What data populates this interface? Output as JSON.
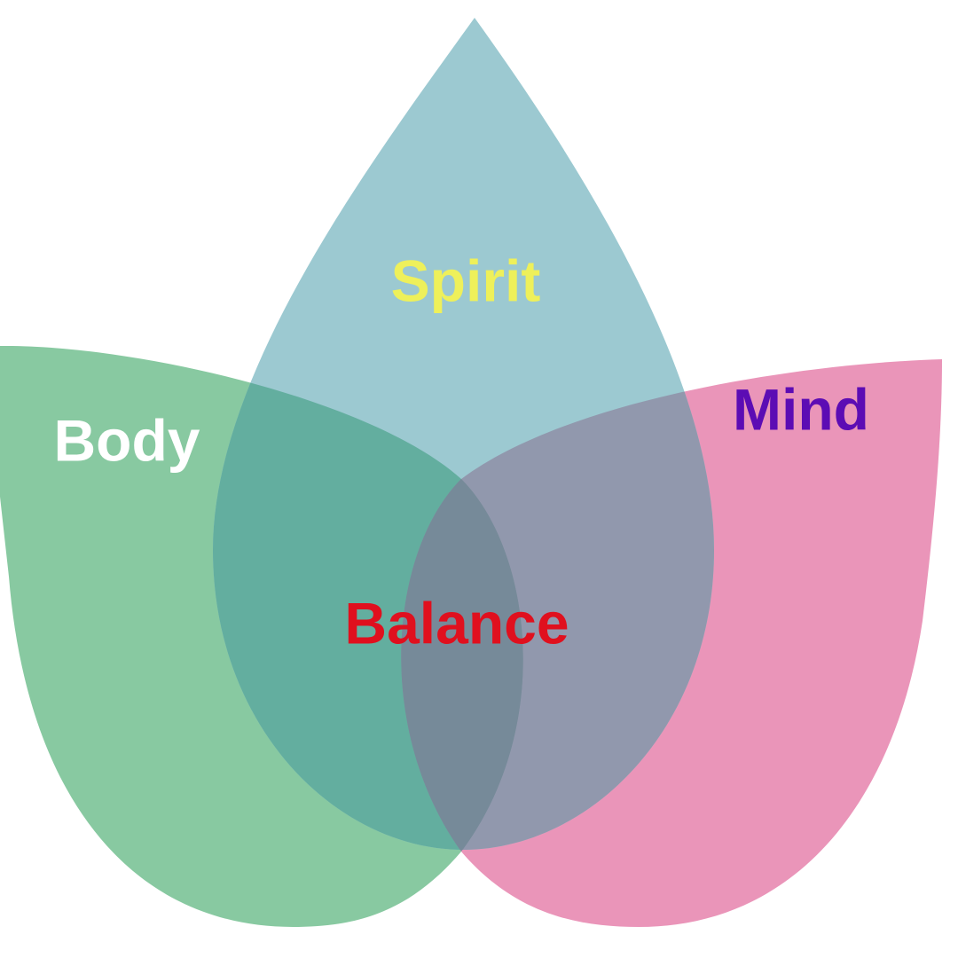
{
  "labels": {
    "spirit": "Spirit",
    "body": "Body",
    "mind": "Mind",
    "balance": "Balance"
  },
  "colors": {
    "body_petal": "#88c9a1",
    "spirit_petal": "#9cc9d1",
    "mind_petal": "#ea95b9",
    "body_spirit_overlap": "#63ae9f",
    "spirit_mind_overlap": "#9198ad",
    "body_mind_overlap": "#7a8f9c",
    "center_overlap": "#768a99",
    "spirit_text": "#eef05a",
    "body_text": "#ffffff",
    "mind_text": "#5c0cb4",
    "balance_text": "#e0101e"
  }
}
